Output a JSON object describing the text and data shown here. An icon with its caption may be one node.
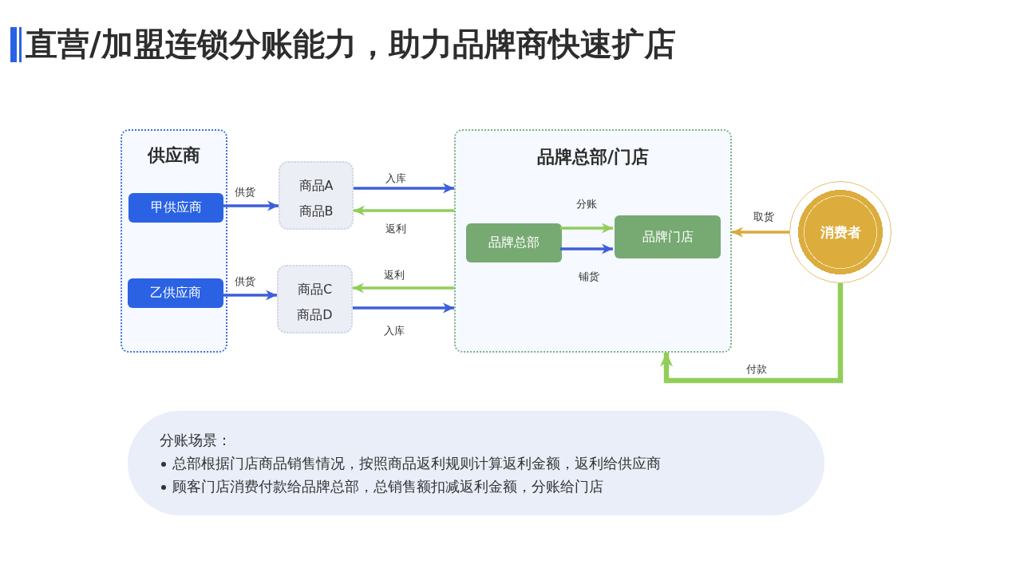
{
  "diagram": {
    "title": "直营/加盟连锁分账能力，助力品牌商快速扩店",
    "nodes": [
      {
        "text": [
          "供应商"
        ]
      },
      {
        "text": [
          "甲供应商"
        ],
        "in": 0
      },
      {
        "text": [
          "乙供应商"
        ],
        "in": 0
      },
      {
        "text": [
          "商品A",
          "商品B"
        ]
      },
      {
        "text": [
          "商品C",
          "商品D"
        ]
      },
      {
        "text": [
          "品牌总部/门店"
        ]
      },
      {
        "text": [
          "品牌总部"
        ],
        "in": 5
      },
      {
        "text": [
          "品牌门店"
        ],
        "in": 5
      },
      {
        "text": [
          "消费者"
        ]
      },
      {
        "text": [
          "分账场景：",
          "总部根据门店商品销售情况，按照商品返利规则计算返利金额，返利给供应商",
          "顾客门店消费付款给品牌总部，总销售额扣减返利金额，分账给门店"
        ]
      }
    ],
    "edges": [
      {
        "from": 1,
        "to": 3,
        "arrow": "to",
        "label": "供货"
      },
      {
        "from": 2,
        "to": 4,
        "arrow": "to",
        "label": "供货"
      },
      {
        "from": 3,
        "to": 5,
        "arrow": "to",
        "label": "入库"
      },
      {
        "from": 5,
        "to": 3,
        "arrow": "to",
        "label": "返利",
        "color": "#92cd5a"
      },
      {
        "from": 5,
        "to": 4,
        "arrow": "to",
        "label": "返利",
        "color": "#92cd5a"
      },
      {
        "from": 4,
        "to": 5,
        "arrow": "to",
        "label": "入库"
      },
      {
        "from": 6,
        "to": 7,
        "arrow": "to",
        "label": "分账",
        "color": "#92cd5a"
      },
      {
        "from": 6,
        "to": 7,
        "arrow": "to",
        "label": "铺货"
      },
      {
        "from": 8,
        "to": 5,
        "arrow": "to",
        "label": "取货",
        "color": "#d9a93c"
      },
      {
        "from": 8,
        "to": 5,
        "arrow": "to",
        "label": "付款",
        "style": "thick",
        "color": "#92cd5a"
      }
    ]
  }
}
